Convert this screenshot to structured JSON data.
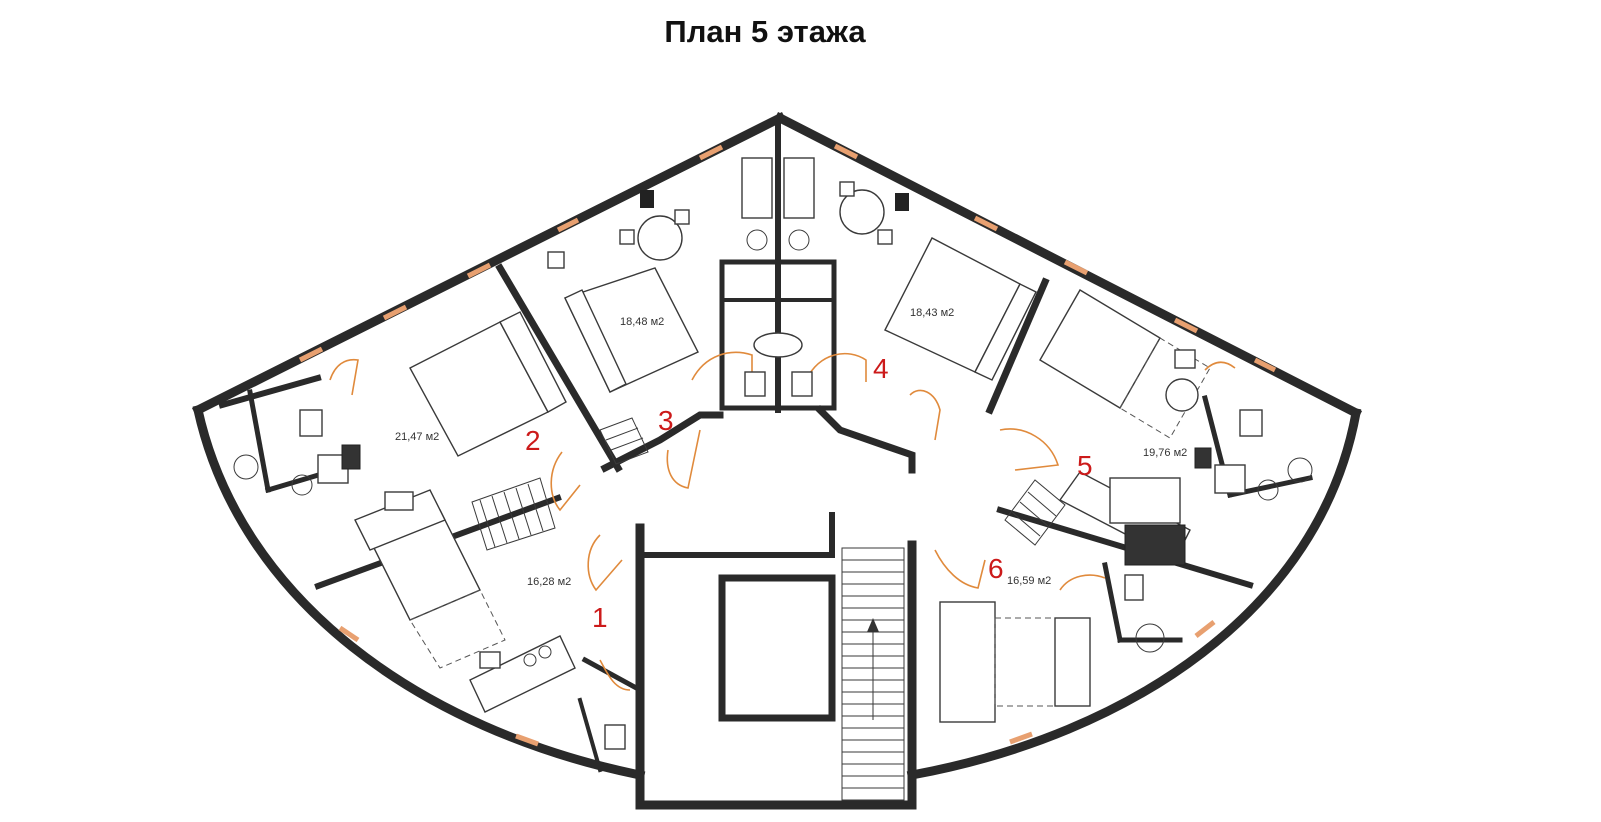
{
  "title": "План 5 этажа",
  "colors": {
    "wall": "#2a2a2a",
    "door_arc": "#e08a3c",
    "window": "#e8a070",
    "apartment_number": "#cc1a1a"
  },
  "apartments": [
    {
      "number": "1",
      "area": "16,28 м2"
    },
    {
      "number": "2",
      "area": "21,47 м2"
    },
    {
      "number": "3",
      "area": "18,48 м2"
    },
    {
      "number": "4",
      "area": "18,43 м2"
    },
    {
      "number": "5",
      "area": "19,76 м2"
    },
    {
      "number": "6",
      "area": "16,59 м2"
    }
  ]
}
